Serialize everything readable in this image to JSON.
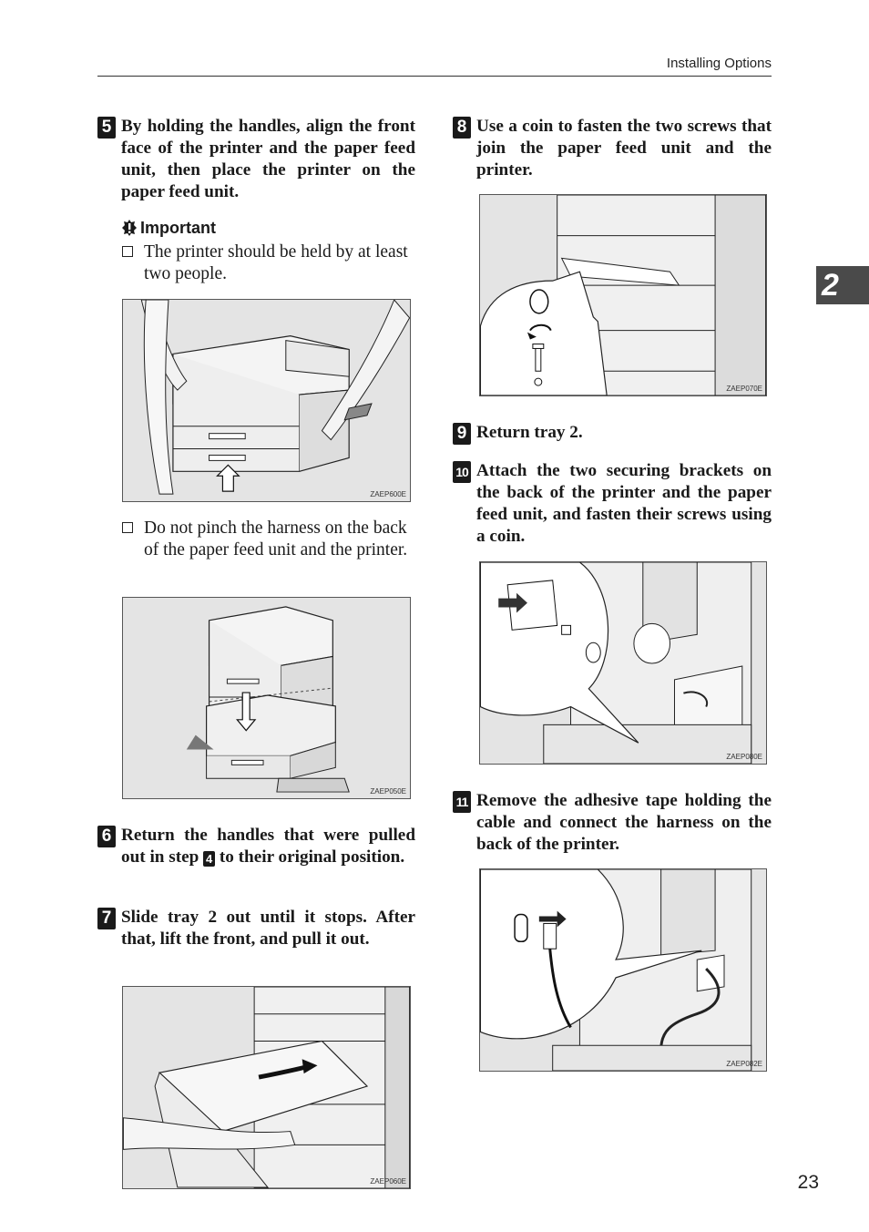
{
  "header": {
    "section": "Installing Options"
  },
  "chapter_tab": "2",
  "page_number": "23",
  "steps": {
    "s5": {
      "num": "5",
      "text": "By holding the handles, align the front face of the printer and the paper feed unit, then place the printer on the paper feed unit."
    },
    "s6": {
      "num": "6",
      "text_before": "Return the handles that were pulled out in step ",
      "ref_num": "4",
      "text_after": " to their original position."
    },
    "s7": {
      "num": "7",
      "text": "Slide tray 2 out until it stops. After that, lift the front, and pull it out."
    },
    "s8": {
      "num": "8",
      "text": "Use a coin to fasten the two screws that join the paper feed unit and the printer."
    },
    "s9": {
      "num": "9",
      "text": "Return tray 2."
    },
    "s10": {
      "num": "10",
      "text": "Attach the two securing brackets on the back of the printer and the paper feed unit, and fasten their screws using a coin."
    },
    "s11": {
      "num": "11",
      "text": "Remove the adhesive tape holding the cable and connect the harness on the back of the printer."
    }
  },
  "important": {
    "label": "Important",
    "notes": [
      "The printer should be held by at least two people.",
      "Do not pinch the harness on the back of the paper feed unit and the printer."
    ]
  },
  "figures": {
    "f1": "ZAEP600E",
    "f2": "ZAEP050E",
    "f3": "ZAEP060E",
    "f4": "ZAEP070E",
    "f5": "ZAEP080E",
    "f6": "ZAEP082E"
  }
}
